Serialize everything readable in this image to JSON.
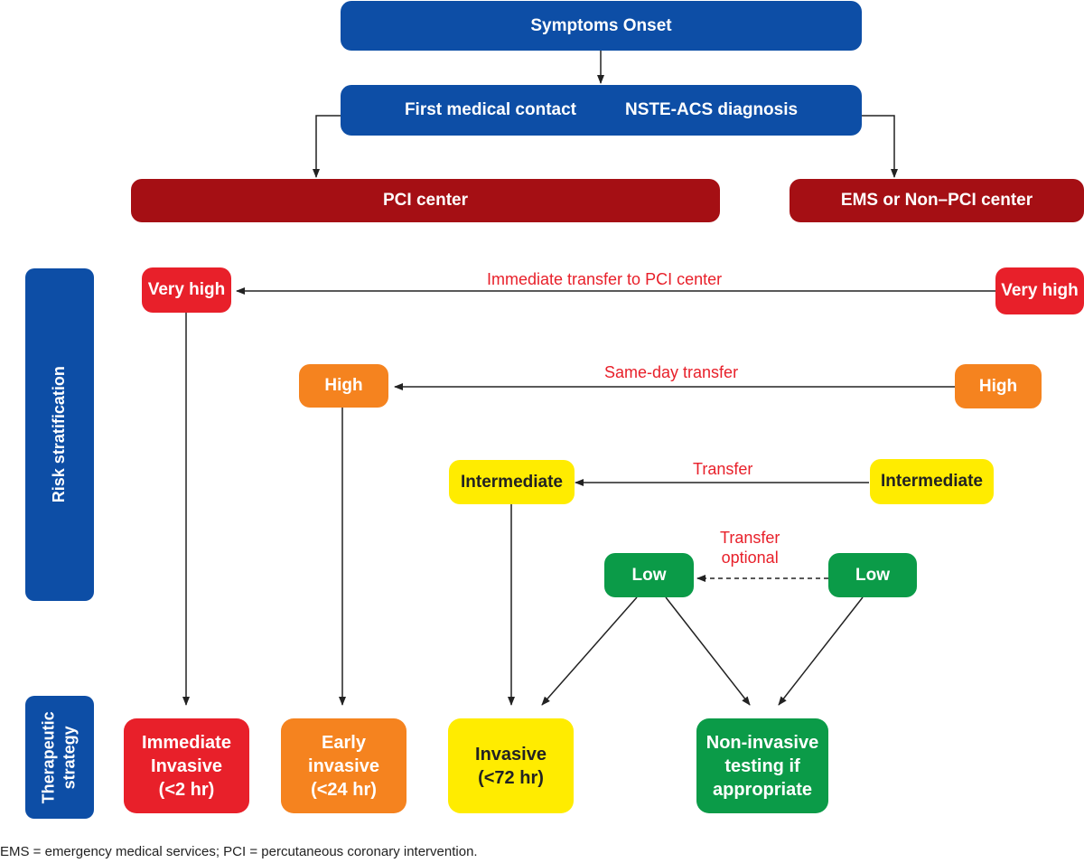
{
  "header": {
    "symptoms_onset": "Symptoms Onset",
    "first_contact": "First medical contact",
    "diagnosis": "NSTE-ACS diagnosis"
  },
  "centers": {
    "pci": "PCI center",
    "ems": "EMS or Non–PCI center"
  },
  "side_labels": {
    "risk": "Risk stratification",
    "therapeutic_line1": "Therapeutic",
    "therapeutic_line2": "strategy"
  },
  "risk_levels": {
    "very_high": "Very high",
    "high": "High",
    "intermediate": "Intermediate",
    "low": "Low"
  },
  "transfers": {
    "immediate": "Immediate transfer to PCI center",
    "same_day": "Same-day transfer",
    "transfer": "Transfer",
    "optional_line1": "Transfer",
    "optional_line2": "optional"
  },
  "strategies": {
    "immediate": [
      "Immediate",
      "Invasive",
      "(<2 hr)"
    ],
    "early": [
      "Early",
      "invasive",
      "(<24 hr)"
    ],
    "invasive": [
      "Invasive",
      "(<72 hr)"
    ],
    "noninvasive": [
      "Non-invasive",
      "testing if",
      "appropriate"
    ]
  },
  "footnote": "EMS = emergency medical services; PCI = percutaneous coronary intervention.",
  "colors": {
    "blue": "#0d4ea6",
    "dark_red": "#a50f14",
    "very_high": "#e8202a",
    "high": "#f5831f",
    "intermediate": "#ffec00",
    "low": "#0b9b48"
  }
}
